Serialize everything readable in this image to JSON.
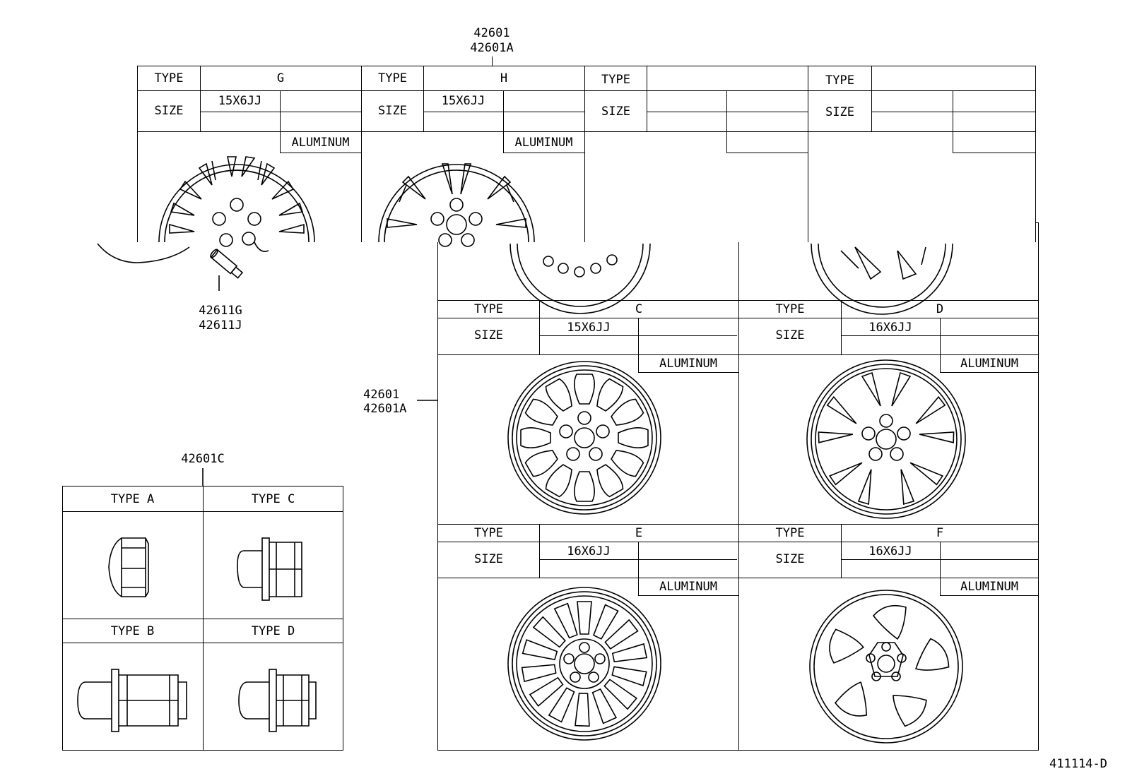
{
  "top_callout": {
    "line1": "42601",
    "line2": "42601A"
  },
  "mid_callout": {
    "line1": "42601",
    "line2": "42601A"
  },
  "nut_callout": "42601C",
  "valve_callout": {
    "line1": "42611G",
    "line2": "42611J"
  },
  "diagram_code": "411114-D",
  "labels": {
    "type": "TYPE",
    "size": "SIZE",
    "aluminum": "ALUMINUM"
  },
  "top_row": [
    {
      "type": "G",
      "size": "15X6JJ",
      "material": "ALUMINUM"
    },
    {
      "type": "H",
      "size": "15X6JJ",
      "material": "ALUMINUM"
    },
    {
      "type": "",
      "size": "",
      "material": ""
    },
    {
      "type": "",
      "size": "",
      "material": ""
    }
  ],
  "wheels": [
    {
      "type": "C",
      "size": "15X6JJ",
      "material": "ALUMINUM"
    },
    {
      "type": "D",
      "size": "16X6JJ",
      "material": "ALUMINUM"
    },
    {
      "type": "E",
      "size": "16X6JJ",
      "material": "ALUMINUM"
    },
    {
      "type": "F",
      "size": "16X6JJ",
      "material": "ALUMINUM"
    }
  ],
  "nuts": [
    {
      "label": "TYPE A"
    },
    {
      "label": "TYPE C"
    },
    {
      "label": "TYPE B"
    },
    {
      "label": "TYPE D"
    }
  ]
}
